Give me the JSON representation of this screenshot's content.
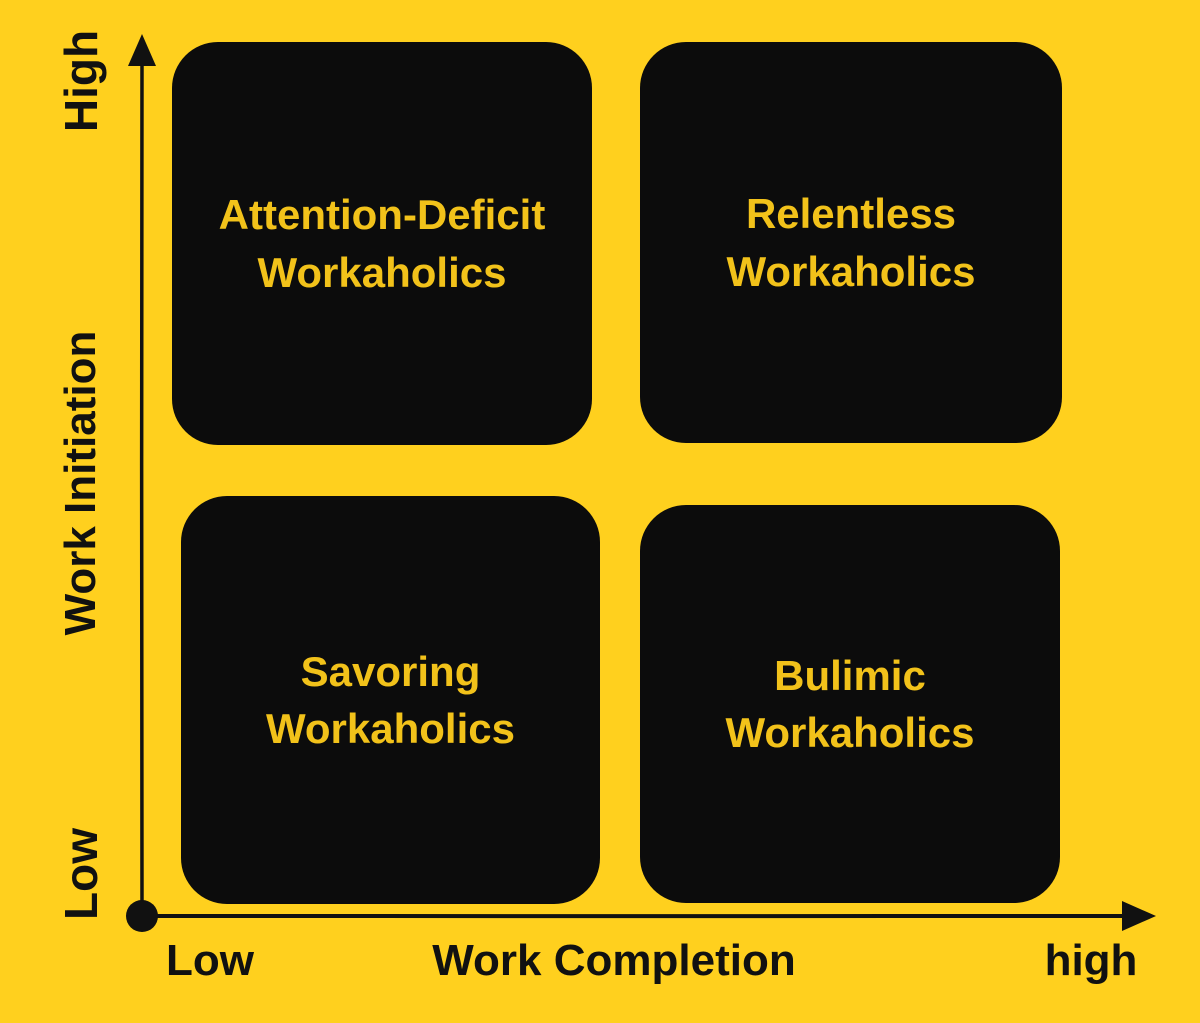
{
  "diagram": {
    "type": "quadrant-matrix",
    "colors": {
      "background": "#FFD01E",
      "quadrant_fill": "#0C0C0C",
      "quadrant_text": "#F2C21A",
      "axis_color": "#111111"
    },
    "y_axis": {
      "label": "Work Initiation",
      "top_tick": "High",
      "bottom_tick": "Low"
    },
    "x_axis": {
      "label": "Work Completion",
      "left_tick": "Low",
      "right_tick": "high"
    },
    "quadrants": {
      "top_left": {
        "line1": "Attention-Deficit",
        "line2": "Workaholics"
      },
      "top_right": {
        "line1": "Relentless",
        "line2": "Workaholics"
      },
      "bottom_left": {
        "line1": "Savoring",
        "line2": "Workaholics"
      },
      "bottom_right": {
        "line1": "Bulimic",
        "line2": "Workaholics"
      }
    }
  }
}
